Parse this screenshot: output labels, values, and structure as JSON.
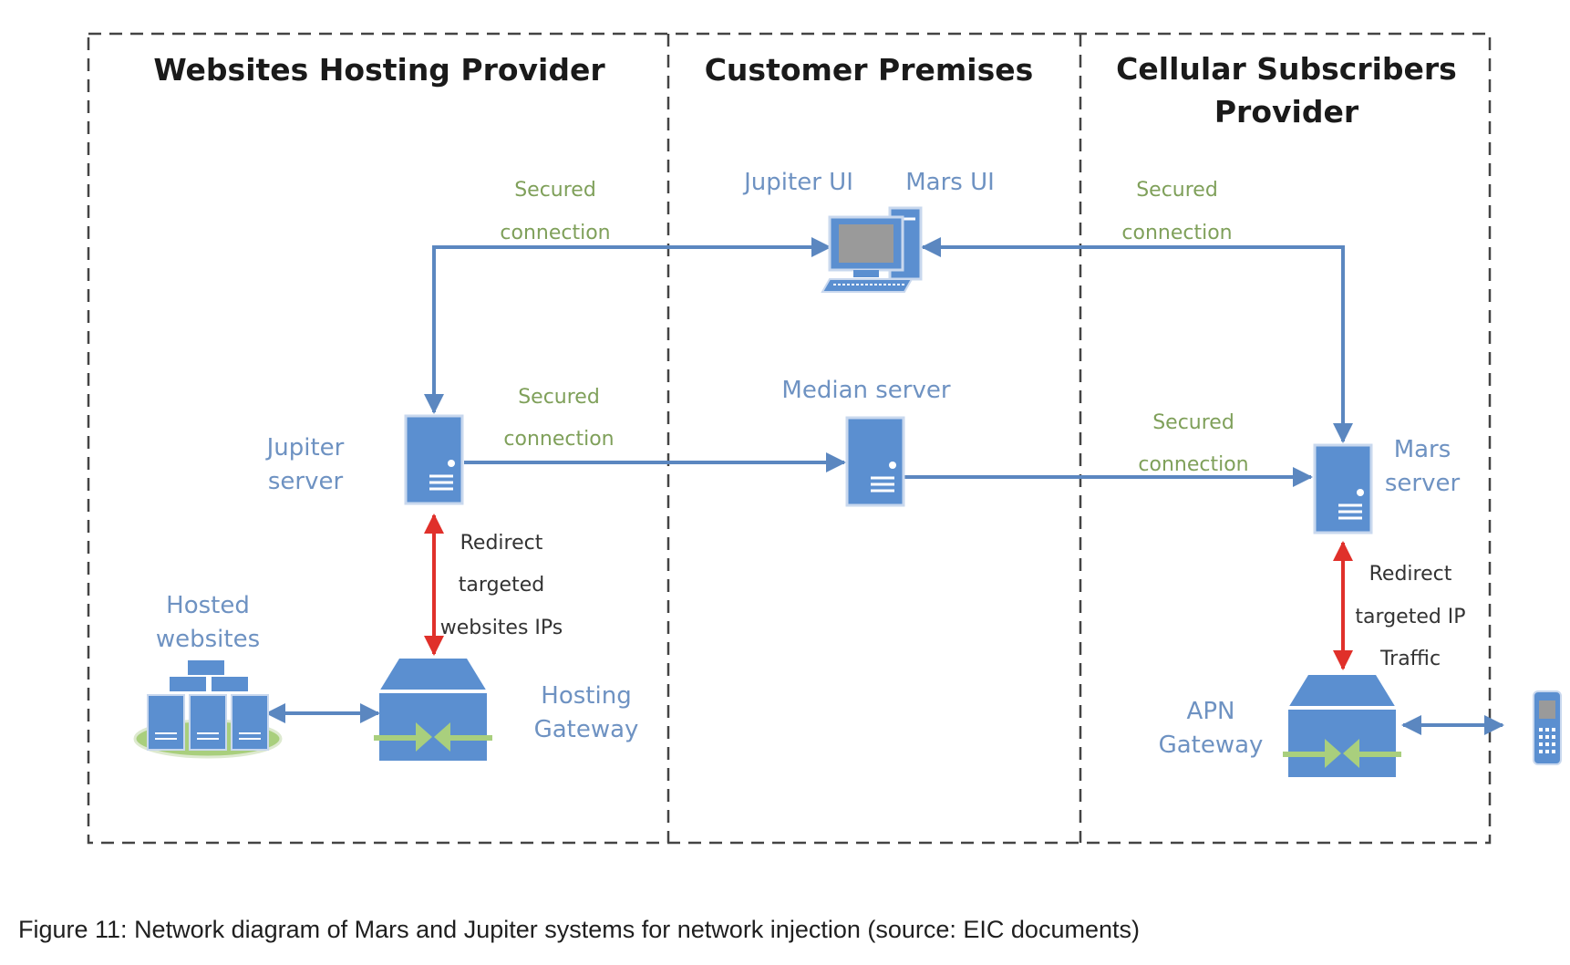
{
  "zones": {
    "hosting": "Websites Hosting Provider",
    "customer": "Customer Premises",
    "cellular_line1": "Cellular Subscribers",
    "cellular_line2": "Provider"
  },
  "labels": {
    "secured": "Secured",
    "connection": "connection",
    "jupiter_ui": "Jupiter UI",
    "mars_ui": "Mars UI",
    "median_server": "Median server",
    "jupiter_server_1": "Jupiter",
    "jupiter_server_2": "server",
    "mars_server_1": "Mars",
    "mars_server_2": "server",
    "redirect": "Redirect",
    "targeted": "targeted",
    "websites_ips": "websites IPs",
    "targeted_ip": "targeted IP",
    "traffic": "Traffic",
    "hosted_1": "Hosted",
    "hosted_2": "websites",
    "hosting_gw_1": "Hosting",
    "hosting_gw_2": "Gateway",
    "apn_gw_1": "APN",
    "apn_gw_2": "Gateway"
  },
  "caption": "Figure 11: Network diagram of Mars and Jupiter systems for network injection (source: EIC documents)",
  "colors": {
    "connection_arrow": "#5b87c0",
    "redirect_arrow": "#e0302a",
    "device_blue": "#5b8fd0",
    "label_blue": "#6e92c2",
    "label_green": "#7fa05a",
    "gateway_arrow_green": "#a9cf7d"
  }
}
